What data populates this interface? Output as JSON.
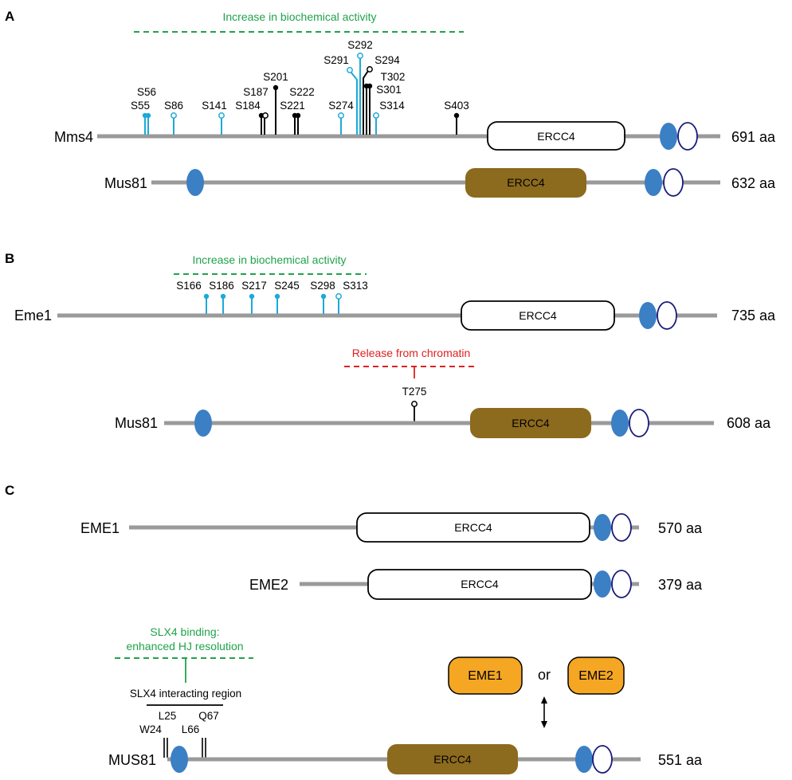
{
  "panels": {
    "a": "A",
    "b": "B",
    "c": "C"
  },
  "colors": {
    "backbone": "#9a9a9a",
    "cyan_site": "#1ea9d8",
    "black_site": "#000000",
    "nuclease_domain": "#8c6a1e",
    "hhd_domain": "#3b7fc4",
    "winged_helix": "#1a1a7a",
    "green_annotation": "#1fa34a",
    "red_annotation": "#e02020",
    "eme_box": "#f5a623"
  },
  "panel_a": {
    "annotation": "Increase in biochemical activity",
    "mms4": {
      "name": "Mms4",
      "length": "691 aa",
      "domain": "ERCC4"
    },
    "mus81": {
      "name": "Mus81",
      "length": "632 aa",
      "domain": "ERCC4"
    },
    "sites": [
      "S56",
      "S55",
      "S86",
      "S141",
      "S184",
      "S187",
      "S201",
      "S221",
      "S222",
      "S274",
      "S291",
      "S292",
      "S294",
      "T302",
      "S301",
      "S314",
      "S403"
    ]
  },
  "panel_b": {
    "annotation": "Increase in biochemical activity",
    "eme1": {
      "name": "Eme1",
      "length": "735 aa",
      "domain": "ERCC4"
    },
    "sites": [
      "S166",
      "S186",
      "S217",
      "S245",
      "S298",
      "S313"
    ],
    "release_annotation": "Release from chromatin",
    "release_site": "T275",
    "mus81": {
      "name": "Mus81",
      "length": "608 aa",
      "domain": "ERCC4"
    }
  },
  "panel_c": {
    "eme1": {
      "name": "EME1",
      "length": "570 aa",
      "domain": "ERCC4"
    },
    "eme2": {
      "name": "EME2",
      "length": "379 aa",
      "domain": "ERCC4"
    },
    "slx4_note_line1": "SLX4 binding:",
    "slx4_note_line2": "enhanced HJ resolution",
    "slx4_region": "SLX4 interacting region",
    "residues": [
      "L25",
      "Q67",
      "W24",
      "L66"
    ],
    "eme1_box": "EME1",
    "or_text": "or",
    "eme2_box": "EME2",
    "mus81": {
      "name": "MUS81",
      "length": "551 aa",
      "domain": "ERCC4"
    }
  }
}
